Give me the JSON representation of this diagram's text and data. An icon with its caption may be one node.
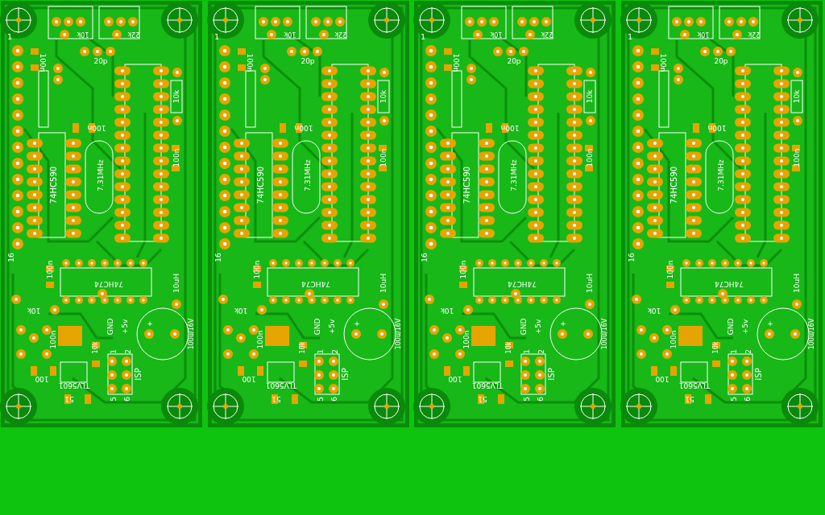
{
  "diagram": {
    "labels": [
      "10k",
      "22k",
      "20p",
      "1",
      "100n",
      "100n",
      "10k",
      "74HC590",
      "7.31MHz",
      "100n",
      "16",
      "100n",
      "74HC74",
      "10uH",
      "10k",
      "GND",
      "+5v",
      "+",
      "100u/16V",
      "100n",
      "10k",
      "1",
      "2",
      "100",
      "TLV5601",
      "51",
      "5",
      "6",
      "ISP",
      "10k",
      "22k",
      "20p",
      "1",
      "100n",
      "100n",
      "10k",
      "74HC590",
      "7.31MHz",
      "100n",
      "16",
      "100n",
      "74HC74",
      "10uH",
      "10k",
      "GND",
      "+5v",
      "+",
      "100u/16V",
      "100n",
      "10k",
      "1",
      "2",
      "100",
      "TLV5601",
      "51",
      "5",
      "6",
      "ISP",
      "10k",
      "22k",
      "20p",
      "1",
      "100n",
      "100n",
      "10k",
      "74HC590",
      "7.31MHz",
      "100n",
      "16",
      "100n",
      "74HC74",
      "10uH",
      "10k",
      "GND",
      "+5v",
      "+",
      "100u/16V",
      "100n",
      "10k",
      "1",
      "2",
      "100",
      "TLV5601",
      "51",
      "5",
      "6",
      "ISP",
      "10k",
      "22k",
      "20p",
      "1",
      "100n",
      "100n",
      "10k",
      "74HC590",
      "7.31MHz",
      "100n",
      "16",
      "100n",
      "74HC74",
      "10uH",
      "10k",
      "GND",
      "+5v",
      "+",
      "100u/16V",
      "100n",
      "10k",
      "1",
      "2",
      "100",
      "TLV5601",
      "51",
      "5",
      "6",
      "ISP"
    ]
  }
}
